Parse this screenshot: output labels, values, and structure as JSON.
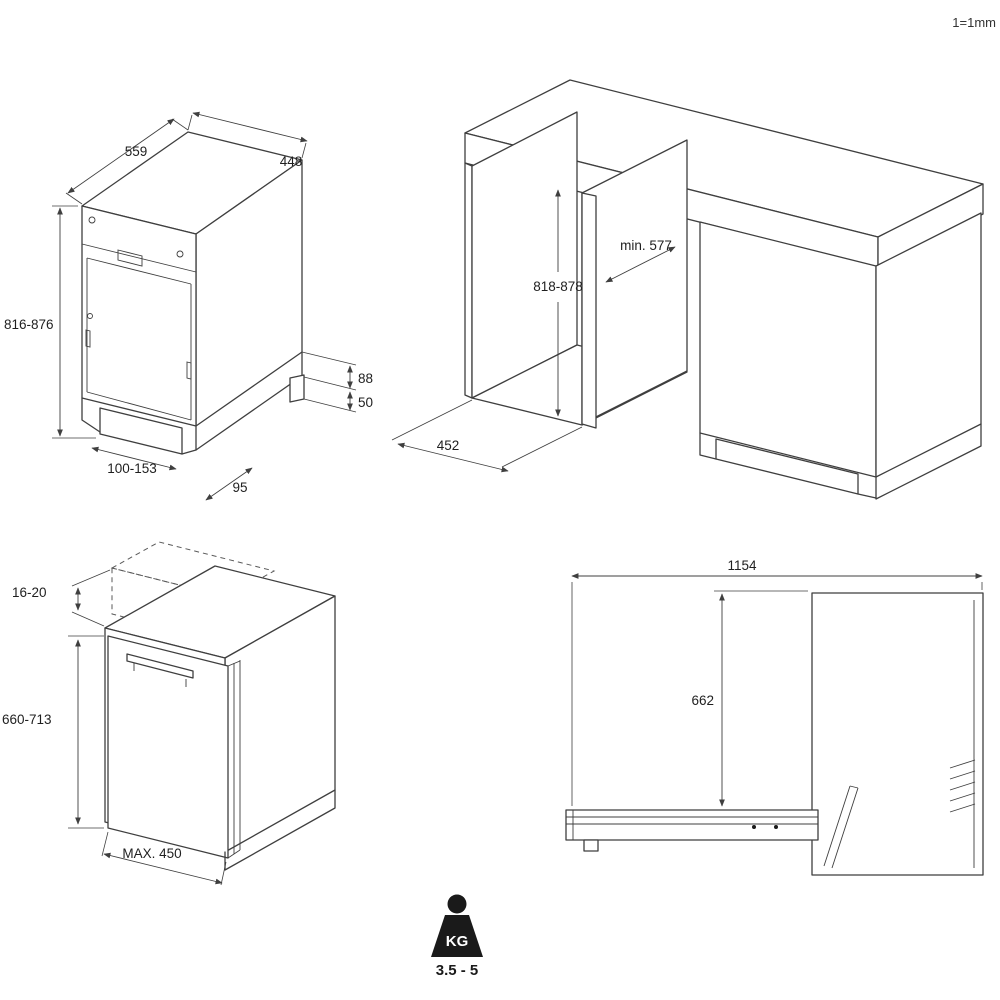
{
  "sheet": {
    "scale_note": "1=1mm"
  },
  "front_iso": {
    "depth": "559",
    "width": "448",
    "height": "816-876",
    "rear_height": "88",
    "rear_base": "50",
    "plinth_height": "100-153",
    "plinth_recess": "95"
  },
  "niche": {
    "height": "818-878",
    "min_depth": "min. 577",
    "width": "452"
  },
  "door_panel": {
    "thickness": "16-20",
    "height": "660-713",
    "max_width": "MAX. 450"
  },
  "open_door": {
    "overall_depth": "1154",
    "clearance": "662"
  },
  "weight": {
    "unit": "KG",
    "range": "3.5 - 5"
  }
}
